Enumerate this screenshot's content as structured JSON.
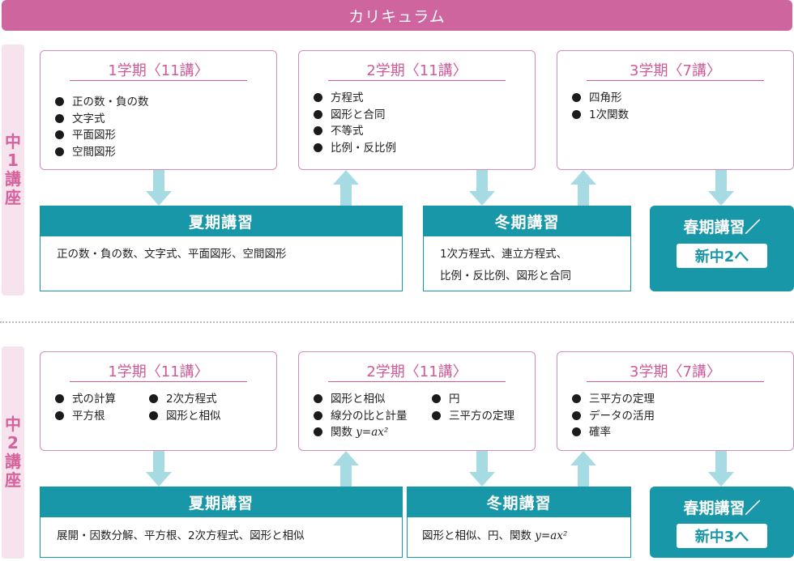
{
  "header": {
    "title": "カリキュラム"
  },
  "colors": {
    "pink": "#cf659f",
    "teal": "#1797a7",
    "arrow": "#a6dbe3"
  },
  "icons": {
    "bullet": "filled-circle-bullet",
    "arrow_down": "arrow-down-icon",
    "arrow_up": "arrow-up-icon"
  },
  "sections": [
    {
      "label_lines": [
        "中",
        "1",
        "講",
        "座"
      ],
      "terms": [
        {
          "title": "1学期〈11講〉",
          "col1": [
            "正の数・負の数",
            "文字式",
            "平面図形",
            "空間図形"
          ],
          "col2": []
        },
        {
          "title": "2学期〈11講〉",
          "col1": [
            "方程式",
            "図形と合同",
            "不等式",
            "比例・反比例"
          ],
          "col2": []
        },
        {
          "title": "3学期〈7講〉",
          "col1": [
            "四角形",
            "1次関数"
          ],
          "col2": []
        }
      ],
      "summer": {
        "title": "夏期講習",
        "lines": [
          "正の数・負の数、文字式、平面図形、空間図形"
        ]
      },
      "winter": {
        "title": "冬期講習",
        "lines": [
          "1次方程式、連立方程式、",
          "比例・反比例、図形と合同"
        ]
      },
      "spring": {
        "title": "春期講習／",
        "next": "新中2へ"
      }
    },
    {
      "label_lines": [
        "中",
        "2",
        "講",
        "座"
      ],
      "terms": [
        {
          "title": "1学期〈11講〉",
          "col1": [
            "式の計算",
            "平方根"
          ],
          "col2": [
            "2次方程式",
            "図形と相似"
          ]
        },
        {
          "title": "2学期〈11講〉",
          "col1": [
            "図形と相似",
            "線分の比と計量",
            "関数 "
          ],
          "col2": [
            "円",
            "三平方の定理"
          ]
        },
        {
          "title": "3学期〈7講〉",
          "col1": [
            "三平方の定理",
            "データの活用",
            "確率"
          ],
          "col2": []
        }
      ],
      "term2_formula": "y=ax²",
      "summer": {
        "title": "夏期講習",
        "lines": [
          "展開・因数分解、平方根、2次方程式、図形と相似"
        ]
      },
      "winter": {
        "title": "冬期講習",
        "lines": [
          "図形と相似、円、関数 "
        ],
        "formula": "y=ax²"
      },
      "spring": {
        "title": "春期講習／",
        "next": "新中3へ"
      }
    }
  ]
}
